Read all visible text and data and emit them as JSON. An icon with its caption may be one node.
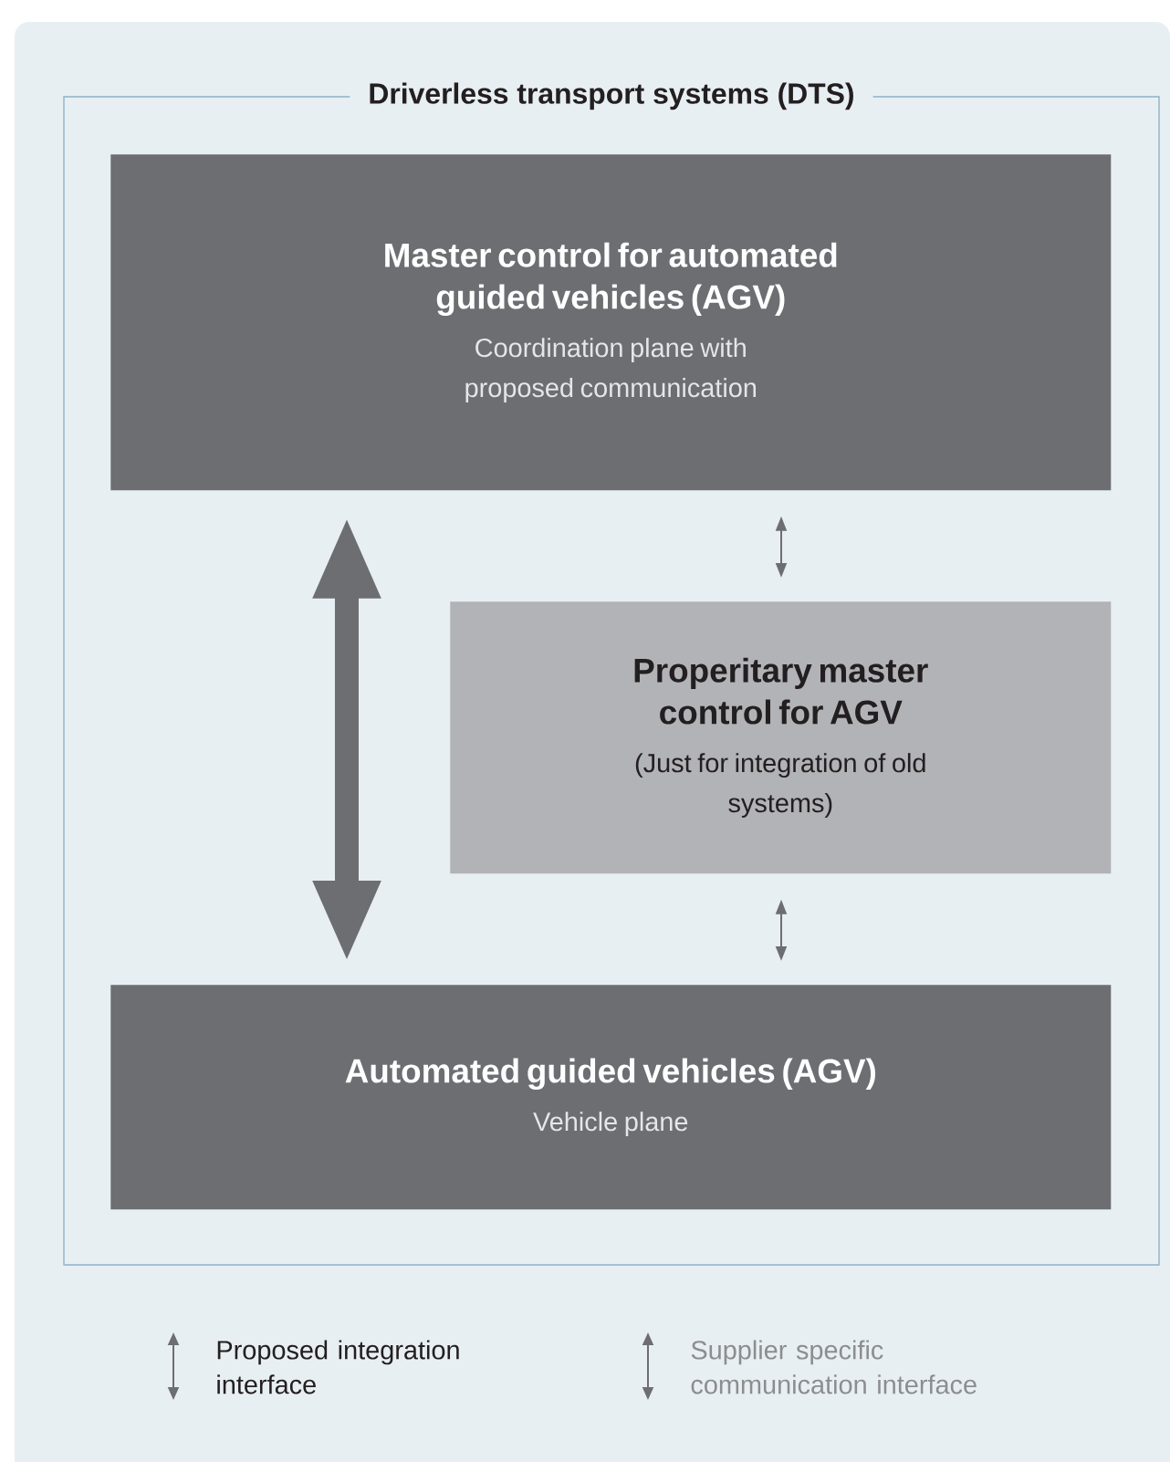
{
  "diagram": {
    "nodes": [
      {
        "text": [
          "Driverless transport systems (DTS)"
        ]
      },
      {
        "text": [
          "Master control for automated guided vehicles (AGV)",
          "Coordination plane with proposed communication"
        ],
        "in": 0
      },
      {
        "text": [
          "Properitary master control for AGV",
          "(Just for integration of old systems)"
        ],
        "in": 0
      },
      {
        "text": [
          "Automated guided vehicles (AGV)",
          "Vehicle plane"
        ],
        "in": 0
      }
    ],
    "edges": [
      {
        "from": 1,
        "to": 3,
        "arrow": "both",
        "style": "thick"
      },
      {
        "from": 1,
        "to": 2,
        "arrow": "both"
      },
      {
        "from": 2,
        "to": 3,
        "arrow": "both"
      }
    ],
    "legend": [
      {
        "text": "Proposed integration interface"
      },
      {
        "text": "Supplier specific communication interface"
      }
    ]
  }
}
